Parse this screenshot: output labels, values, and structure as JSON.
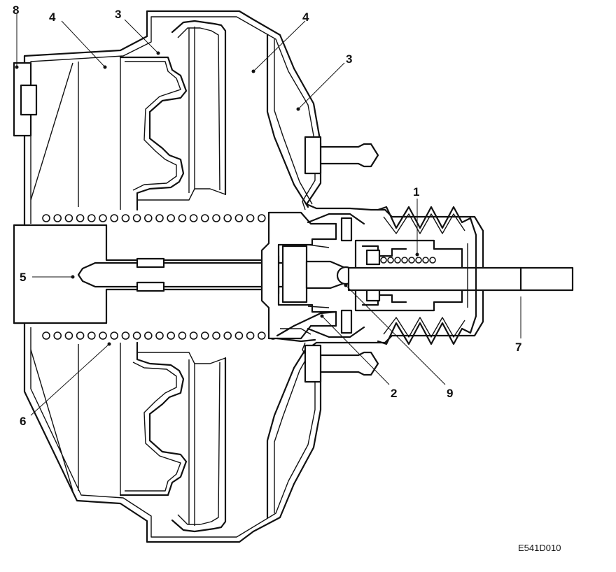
{
  "callouts": {
    "c1": "1",
    "c2": "2",
    "c3a": "3",
    "c3b": "3",
    "c4a": "4",
    "c4b": "4",
    "c5": "5",
    "c6": "6",
    "c7": "7",
    "c8": "8",
    "c9": "9"
  },
  "figure_code": "E541D010"
}
